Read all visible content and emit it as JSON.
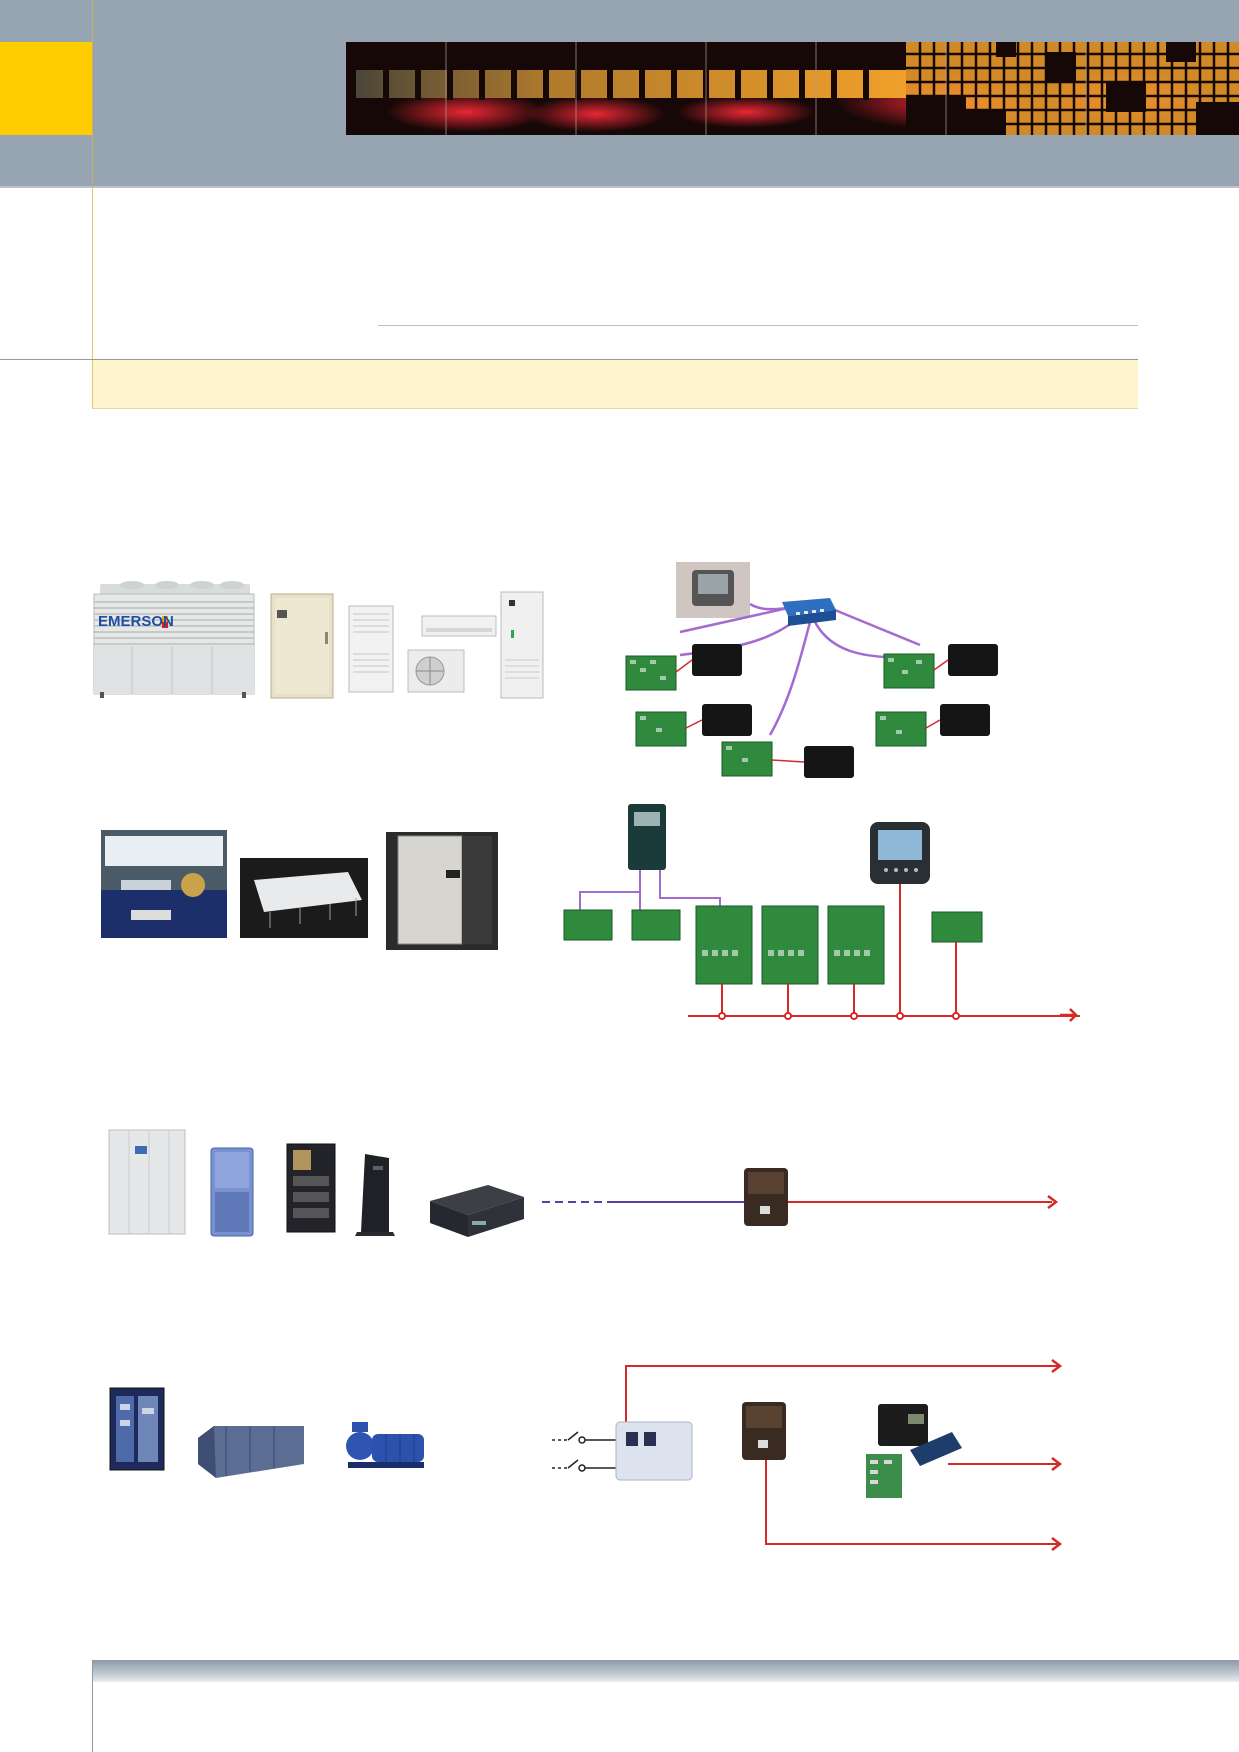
{
  "page": {
    "header": {
      "banner_name": "header-banner"
    },
    "rows": [
      {
        "name": "cooling-units-row",
        "products": [
          "emerson-chiller",
          "precision-cabinet-unit",
          "wall-mounted-unit",
          "split-unit",
          "floor-standing-unit"
        ],
        "diagram": "hvac-network-diagram"
      },
      {
        "name": "room-units-row",
        "products": [
          "room-installation-photo",
          "raised-floor-photo",
          "electrical-cabinet-photo"
        ],
        "diagram": "controller-bus-diagram"
      },
      {
        "name": "ups-row",
        "products": [
          "large-ups",
          "medium-ups",
          "open-ups",
          "tower-ups",
          "rack-ups"
        ],
        "diagram": "ups-connection-diagram"
      },
      {
        "name": "auxiliary-row",
        "products": [
          "switch-cabinet",
          "air-handling-unit",
          "water-pump"
        ],
        "diagram": "contact-monitoring-diagram"
      }
    ],
    "brand_text": "EMERSON",
    "colors": {
      "header_band": "#97a4b1",
      "accent_yellow": "#ffcc00",
      "note_bar": "#fff5cf",
      "network_cable": "#a36ad0",
      "bus_line": "#d42a2a",
      "board_green": "#2f8a3e"
    }
  }
}
